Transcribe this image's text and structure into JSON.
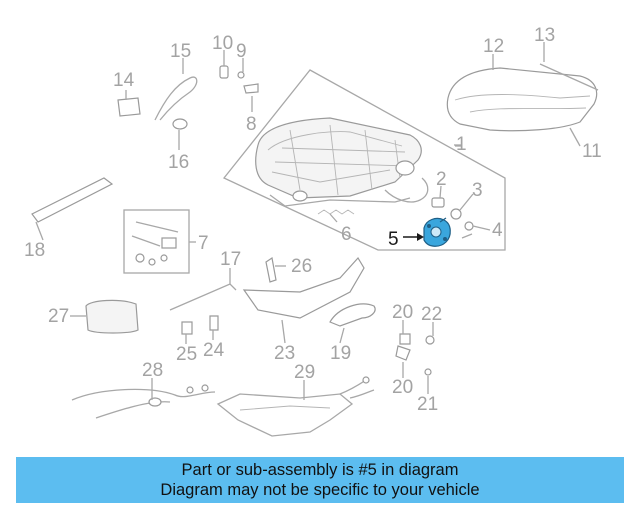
{
  "banner": {
    "line1": "Part or sub-assembly is #5 in diagram",
    "line2": "Diagram may not be specific to your vehicle"
  },
  "highlight": {
    "part_number": "5",
    "color": "#3aa6dd"
  },
  "callouts": [
    "1",
    "2",
    "3",
    "4",
    "5",
    "6",
    "7",
    "8",
    "9",
    "10",
    "11",
    "12",
    "13",
    "14",
    "15",
    "16",
    "17",
    "18",
    "19",
    "20",
    "20",
    "21",
    "22",
    "23",
    "24",
    "25",
    "26",
    "27",
    "28",
    "29"
  ],
  "colors": {
    "banner": "#5cbdf0",
    "line_art": "#9a9a9a",
    "callout_text": "#a3a3a3"
  }
}
